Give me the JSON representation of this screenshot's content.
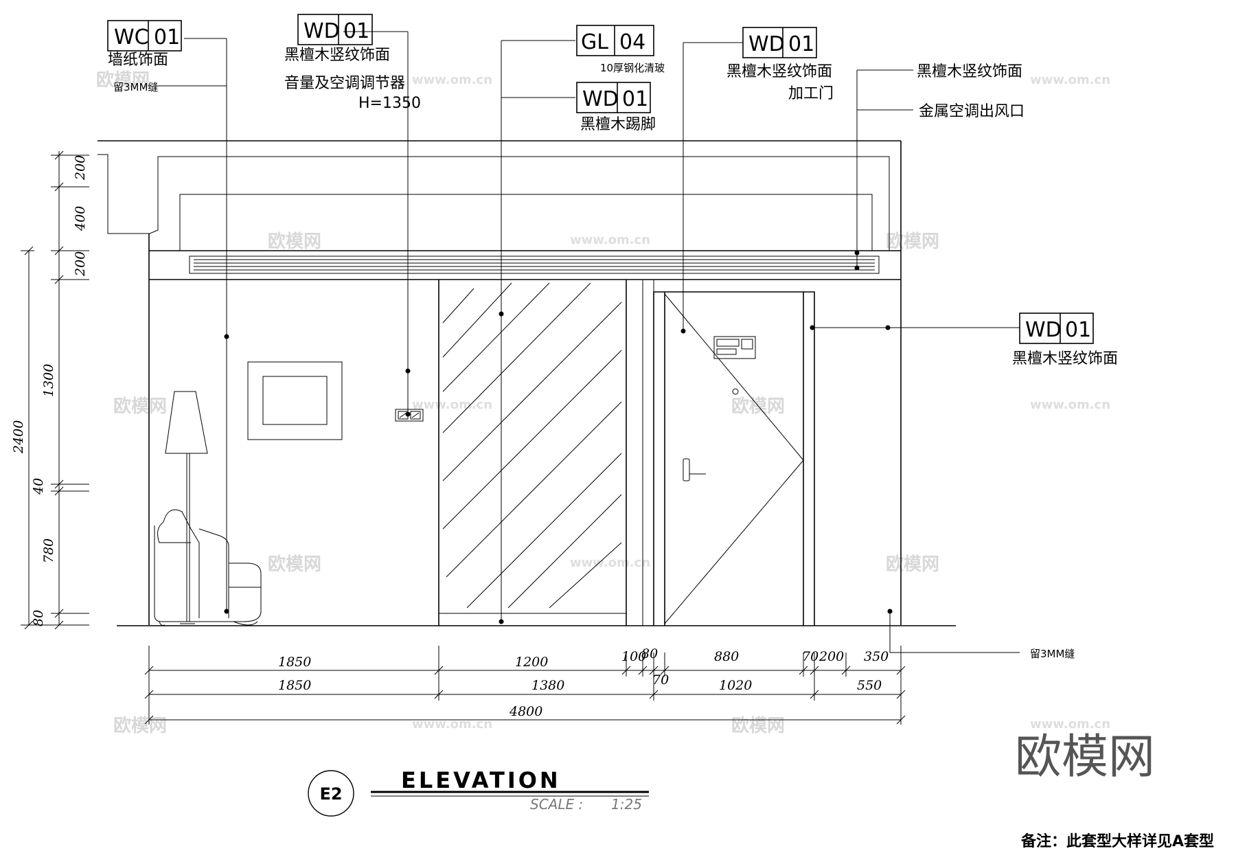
{
  "tags": [
    {
      "code": "WC",
      "num": "01",
      "label": "墙纸饰面",
      "sub": "留3MM缝"
    },
    {
      "code": "WD",
      "num": "01",
      "label": "黑檀木竖纹饰面",
      "sub": "音量及空调调节器",
      "sub2": "H=1350"
    },
    {
      "code": "GL",
      "num": "04",
      "sub": "10厚钢化清玻"
    },
    {
      "code": "WD",
      "num": "01",
      "label": "黑檀木踢脚"
    },
    {
      "code": "WD",
      "num": "01",
      "label": "黑檀木竖纹饰面",
      "sub": "加工门"
    },
    {
      "code": "WD",
      "num": "01",
      "label": "黑檀木竖纹饰面"
    }
  ],
  "right_labels": [
    "黑檀木竖纹饰面",
    "金属空调出风口",
    "留3MM缝"
  ],
  "left_dims": [
    "200",
    "400",
    "200",
    "1300",
    "2400",
    "40",
    "780",
    "80"
  ],
  "bottom_dims": {
    "row1": [
      "1850",
      "1200",
      "100",
      "80",
      "880",
      "70",
      "200",
      "350"
    ],
    "row2": [
      "1850",
      "1380",
      "70",
      "1020",
      "550"
    ],
    "total": "4800"
  },
  "title": {
    "badge": "E2",
    "text": "ELEVATION",
    "scale_label": "SCALE :",
    "scale_value": "1:25"
  },
  "watermark": {
    "brand": "欧模网",
    "url": "www.om.cn"
  },
  "note": "备注：此套型大样详见A套型"
}
